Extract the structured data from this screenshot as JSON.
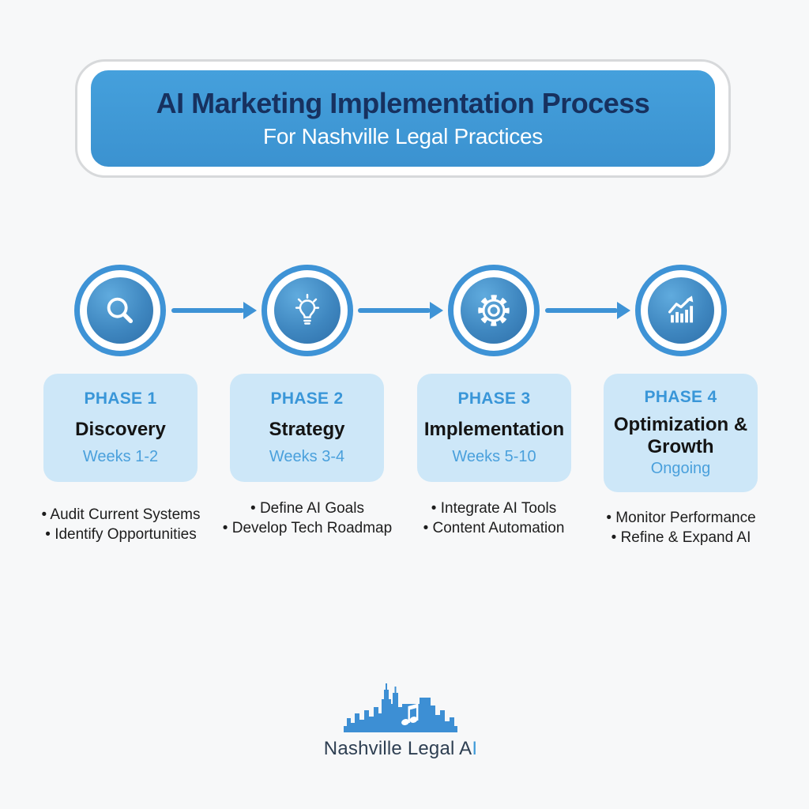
{
  "header": {
    "title": "AI Marketing Implementation Process",
    "subtitle": "For Nashville Legal Practices"
  },
  "phases": [
    {
      "label": "PHASE 1",
      "name": "Discovery",
      "duration": "Weeks 1-2",
      "icon": "magnifier-search-icon",
      "bullets": [
        "Audit Current Systems",
        "Identify Opportunities"
      ]
    },
    {
      "label": "PHASE 2",
      "name": "Strategy",
      "duration": "Weeks 3-4",
      "icon": "lightbulb-idea-icon",
      "bullets": [
        "Define AI Goals",
        "Develop Tech Roadmap"
      ]
    },
    {
      "label": "PHASE 3",
      "name": "Implementation",
      "duration": "Weeks 5-10",
      "icon": "gear-settings-icon",
      "bullets": [
        "Integrate AI Tools",
        "Content Automation"
      ]
    },
    {
      "label": "PHASE 4",
      "name": "Optimization & Growth",
      "duration": "Ongoing",
      "icon": "growth-chart-icon",
      "bullets": [
        "Monitor Performance",
        "Refine & Expand AI"
      ]
    }
  ],
  "footer": {
    "brand_main": "Nashville Legal A",
    "brand_accent": "I"
  },
  "colors": {
    "accent_blue": "#3e97d4",
    "ring_blue": "#3e93d6",
    "title_navy": "#17315f",
    "card_bg": "#cde7f8",
    "phase_label_blue": "#3996d8",
    "weeks_blue": "#4aa0dc",
    "logo_blue": "#3d8fd4",
    "brand_text": "#2e3f52"
  }
}
